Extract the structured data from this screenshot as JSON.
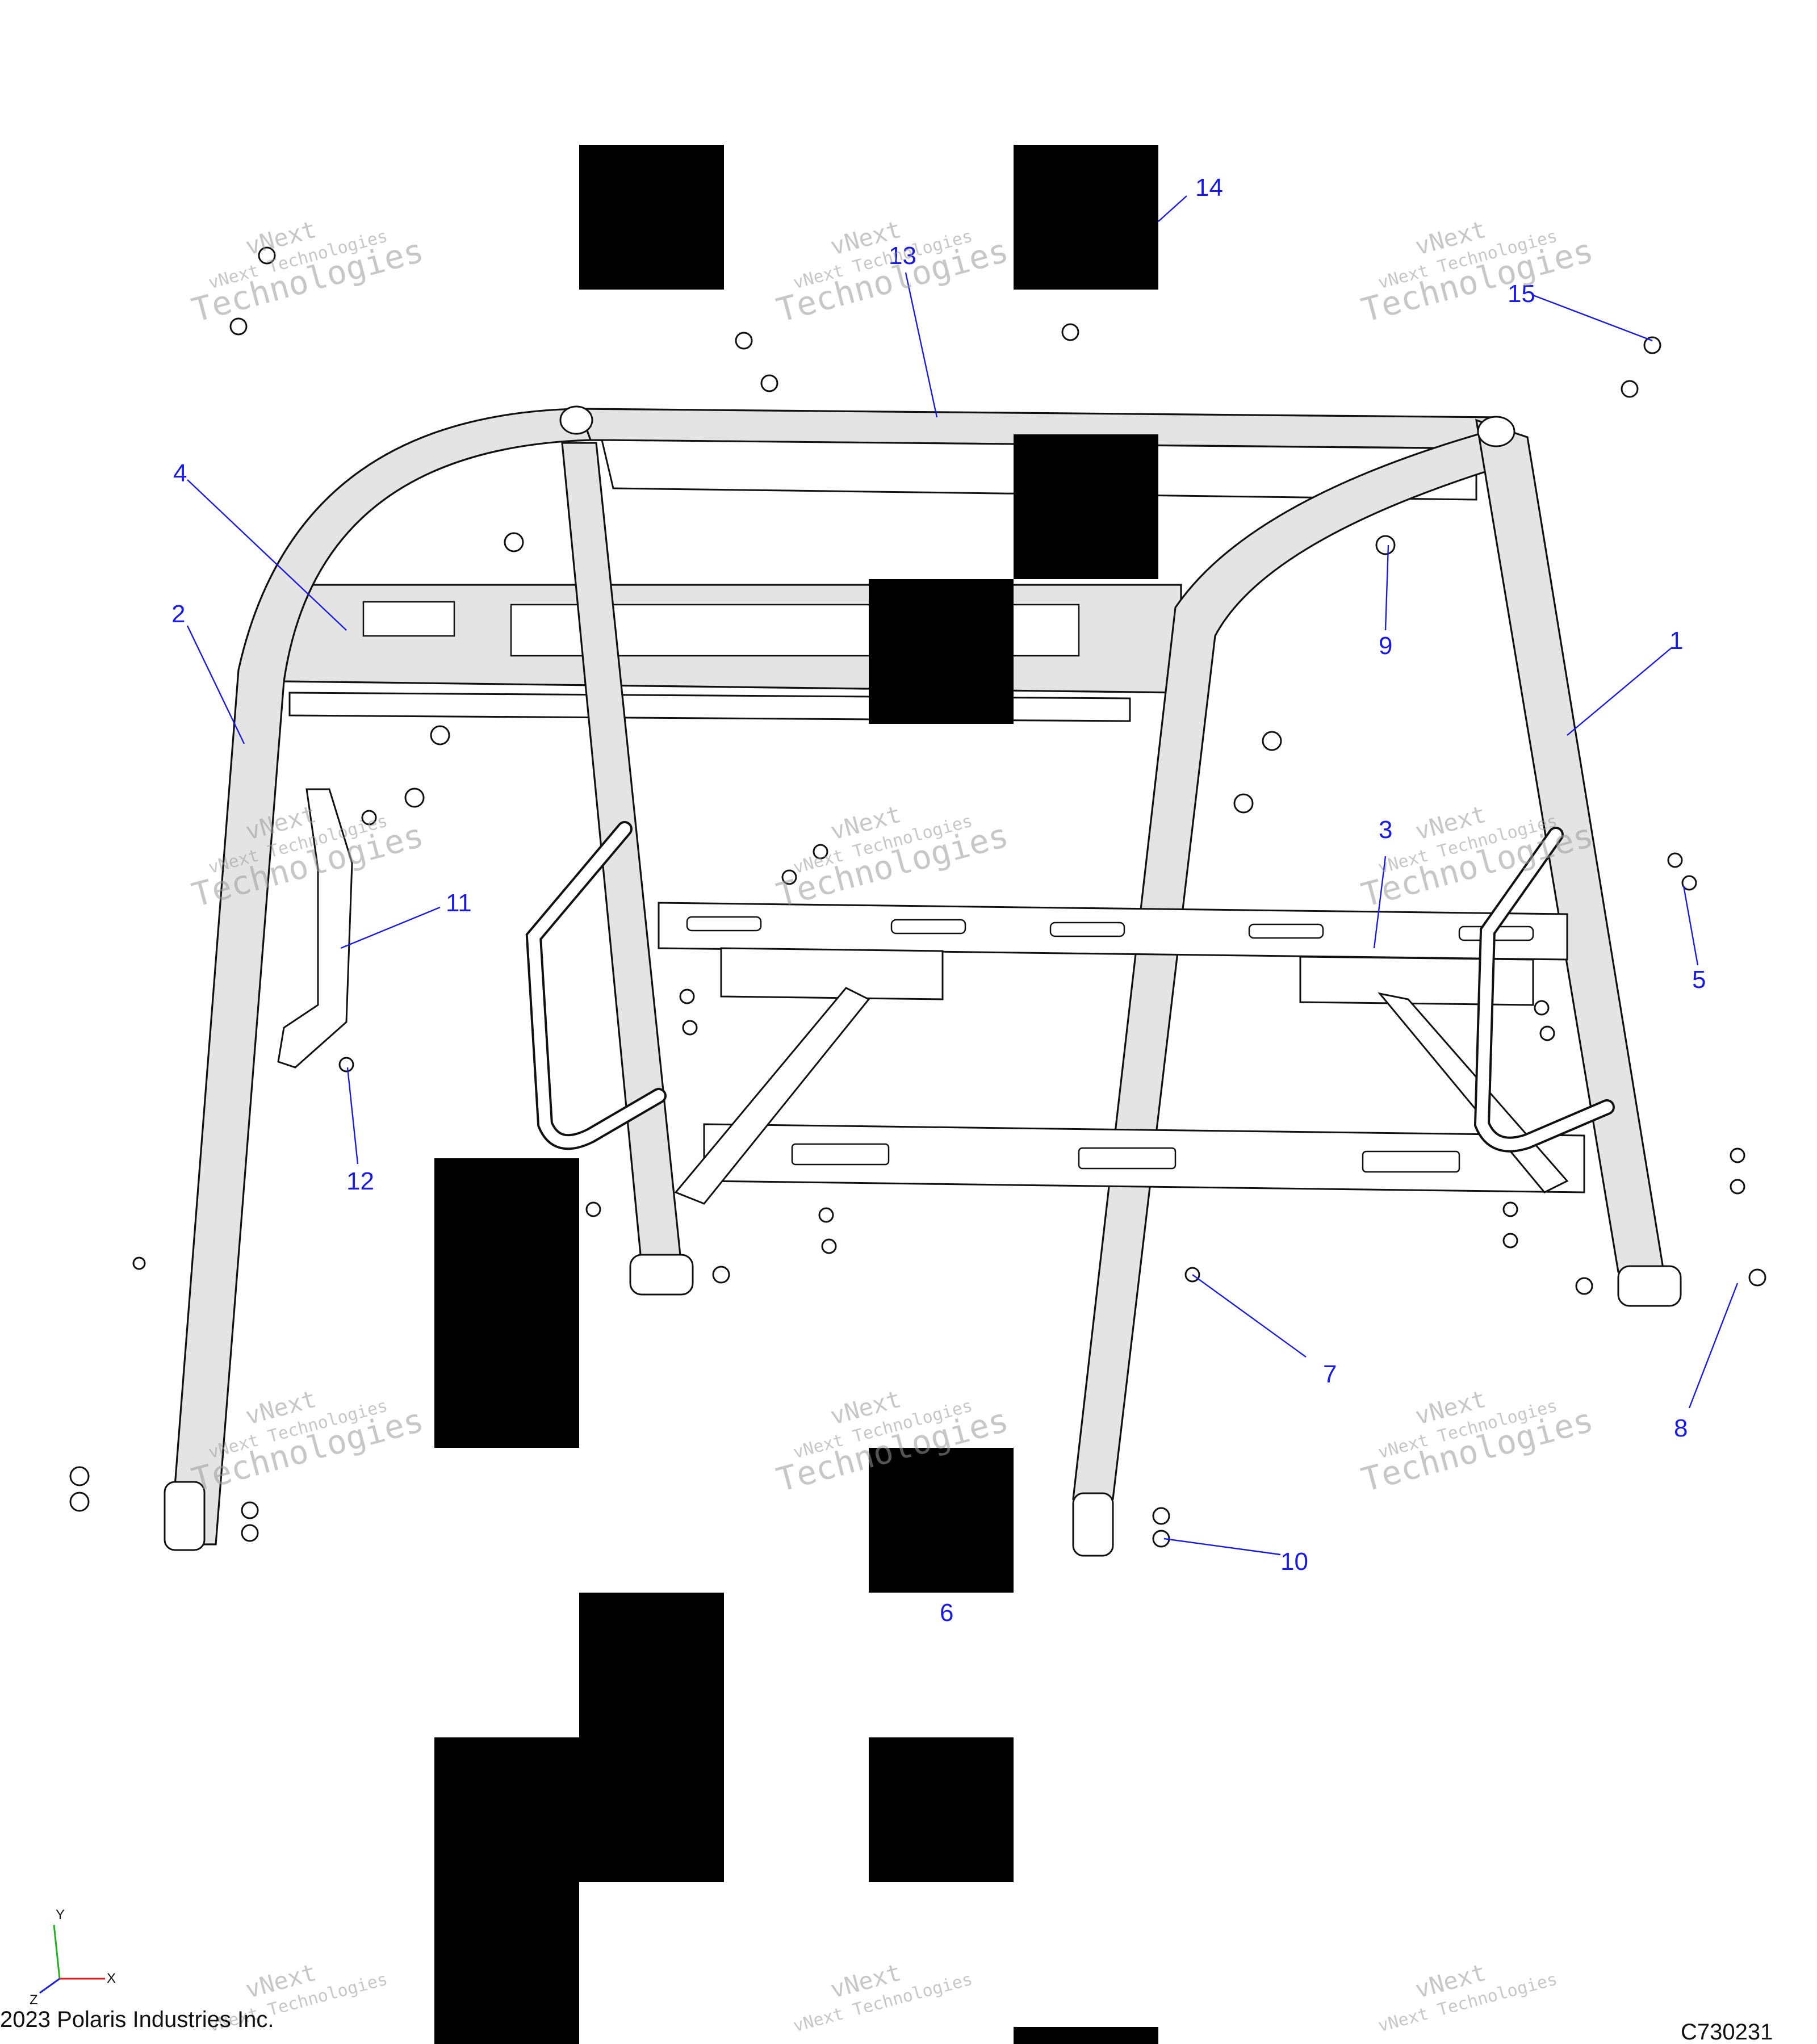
{
  "callouts": [
    {
      "label": "1"
    },
    {
      "label": "2"
    },
    {
      "label": "3"
    },
    {
      "label": "4"
    },
    {
      "label": "5"
    },
    {
      "label": "6"
    },
    {
      "label": "7"
    },
    {
      "label": "8"
    },
    {
      "label": "9"
    },
    {
      "label": "10"
    },
    {
      "label": "11"
    },
    {
      "label": "12"
    },
    {
      "label": "13"
    },
    {
      "label": "14"
    },
    {
      "label": "15"
    }
  ],
  "watermark": {
    "line1": "vNext",
    "line2": "vNext Technologies",
    "line3": "Technologies"
  },
  "footer": {
    "copyright": "2023 Polaris Industries Inc.",
    "code": "C730231"
  },
  "axes": {
    "y": "Y",
    "x": "X",
    "z": "Z"
  },
  "colors": {
    "callout": "#1a1ae6",
    "line": "#111111",
    "shade": "#e4e4e4",
    "mask": "#000000"
  }
}
